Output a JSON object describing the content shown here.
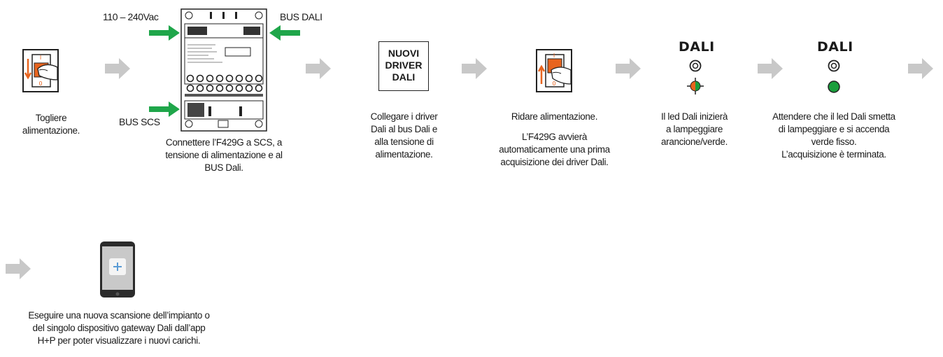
{
  "labels": {
    "voltage": "110 – 240Vac",
    "bus_dali": "BUS DALI",
    "bus_scs": "BUS SCS",
    "dali_heading_1": "DALI",
    "dali_heading_2": "DALI"
  },
  "new_driver_box": {
    "line1": "NUOVI",
    "line2": "DRIVER",
    "line3": "DALI"
  },
  "steps": [
    {
      "caption": "Togliere\nalimentazione."
    },
    {
      "caption": "Connettere l’F429G a SCS, a\ntensione di alimentazione e al\nBUS Dali."
    },
    {
      "caption": "Collegare i driver\nDali al bus Dali e\nalla tensione di\nalimentazione."
    },
    {
      "caption": "Ridare alimentazione.",
      "caption2": "L’F429G avvierà\nautomaticamente una prima\nacquisizione dei driver Dali."
    },
    {
      "caption": "Il led Dali inizierà\na lampeggiare\narancione/verde."
    },
    {
      "caption": "Attendere che il led Dali smetta\ndi lampeggiare e si accenda\nverde fisso.\nL’acquisizione è terminata."
    },
    {
      "caption": "Eseguire una nuova scansione dell’impianto o\ndel singolo dispositivo gateway Dali dall’app\nH+P per poter visualizzare i nuovi carichi."
    }
  ],
  "colors": {
    "arrow_gray": "#c8c8c8",
    "arrow_green": "#1fa64a",
    "orange": "#e8641e",
    "led_green": "#1a9e3c"
  }
}
